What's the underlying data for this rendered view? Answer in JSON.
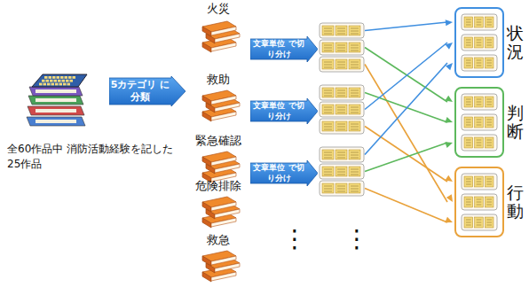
{
  "diagram": {
    "nodes": [
      {
        "text": [
          "5カテゴリ に分類"
        ]
      },
      {
        "text": [
          "火災"
        ]
      },
      {
        "text": [
          "文章単位 で切り分け"
        ]
      },
      {
        "text": [
          "救助"
        ]
      },
      {
        "text": [
          "文章単位 で切り分け"
        ]
      },
      {
        "text": [
          "緊急確認"
        ]
      },
      {
        "text": [
          "文章単位 で切り分け"
        ]
      },
      {
        "text": [
          "危険排除"
        ]
      },
      {
        "text": [
          "救急"
        ]
      },
      {
        "text": [
          "状況"
        ]
      },
      {
        "text": [
          "判断"
        ]
      },
      {
        "text": [
          "行動"
        ]
      }
    ],
    "labels": [
      "全60作品中 消防活動経験を記した25作品",
      "⋮",
      "⋮"
    ]
  }
}
